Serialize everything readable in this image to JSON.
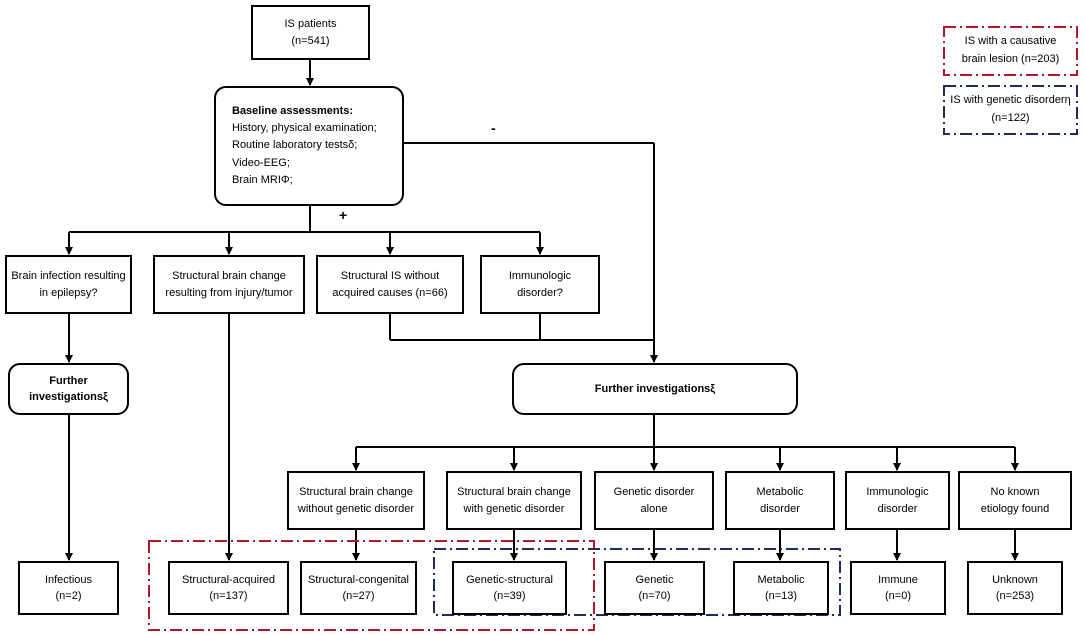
{
  "legend": {
    "red": {
      "line1": "IS with a causative",
      "line2": "brain lesion (n=203)",
      "color": "#b2182b"
    },
    "blue": {
      "line1": "IS with genetic disorderη",
      "line2": "(n=122)",
      "color": "#1f2d5c"
    }
  },
  "start": {
    "title": "IS patients",
    "count": "(n=541)"
  },
  "baseline": {
    "title": "Baseline assessments:",
    "items": [
      "History, physical examination;",
      "Routine laboratory testsδ;",
      "Video-EEG;",
      "Brain MRIΦ;"
    ]
  },
  "signs": {
    "minus": "-",
    "plus": "+"
  },
  "screen": {
    "infection": [
      "Brain infection resulting",
      "in epilepsy?"
    ],
    "structural": [
      "Structural brain change",
      "resulting from injury/tumor"
    ],
    "no_acquired": [
      "Structural IS without",
      "acquired causes (n=66)"
    ],
    "immunologic": [
      "Immunologic",
      "disorder?"
    ]
  },
  "further_small": [
    "Further",
    "investigationsξ"
  ],
  "further_big": "Further investigationsξ",
  "categories": {
    "struct_no_gen": [
      "Structural brain change",
      "without genetic disorder"
    ],
    "struct_gen": [
      "Structural brain change",
      "with genetic disorder"
    ],
    "genetic_alone": [
      "Genetic disorder",
      "alone"
    ],
    "metabolic": [
      "Metabolic",
      "disorder"
    ],
    "immuno": [
      "Immunologic",
      "disorder"
    ],
    "none": [
      "No known",
      "etiology found"
    ]
  },
  "outcomes": {
    "infectious": [
      "Infectious",
      "(n=2)"
    ],
    "struct_acq": [
      "Structural-acquired",
      "(n=137)"
    ],
    "struct_cong": [
      "Structural-congenital",
      "(n=27)"
    ],
    "gen_struct": [
      "Genetic-structural",
      "(n=39)"
    ],
    "genetic": [
      "Genetic",
      "(n=70)"
    ],
    "metabolic": [
      "Metabolic",
      "(n=13)"
    ],
    "immune": [
      "Immune",
      "(n=0)"
    ],
    "unknown": [
      "Unknown",
      "(n=253)"
    ]
  }
}
